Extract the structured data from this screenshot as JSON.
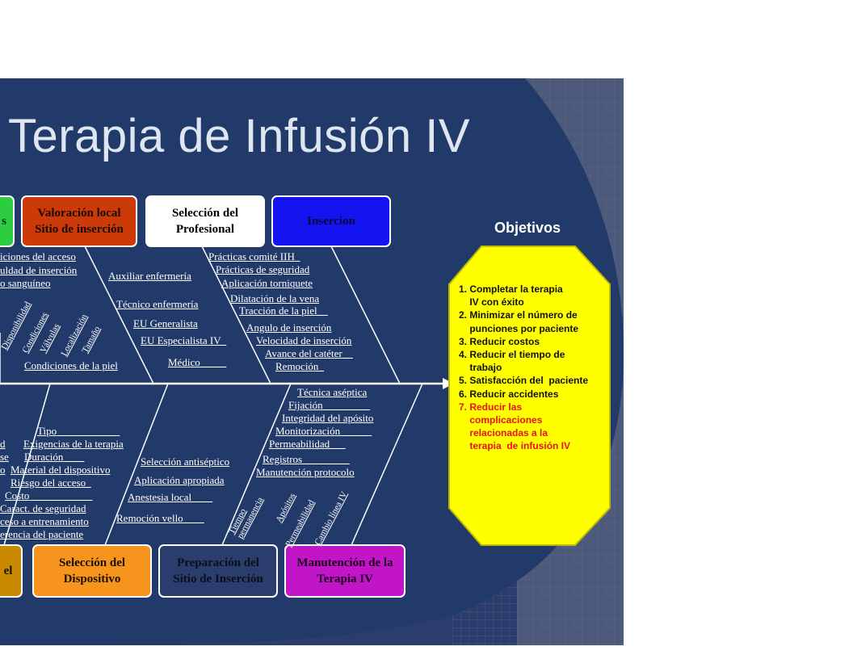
{
  "title": "Terapia de Infusión IV",
  "categories_top": [
    {
      "label": "s",
      "color": "#2ecc40"
    },
    {
      "label": "Valoración local\nSitio de inserción",
      "color": "#cc3a0a"
    },
    {
      "label": "Selección del\nProfesional",
      "color": "#ffffff"
    },
    {
      "label": "Insercion",
      "color": "#1414f0"
    }
  ],
  "categories_bottom": [
    {
      "label": "el",
      "color": "#c98a00"
    },
    {
      "label": "Selección del\nDispositivo",
      "color": "#f7941d"
    },
    {
      "label": "Preparación del\nSitio de Inserción",
      "color": "#2b3d6c"
    },
    {
      "label": "Manutención de la\nTerapia IV",
      "color": "#c215c8"
    }
  ],
  "causes": {
    "valoracion_local": [
      "iciones del acceso",
      "uldad de inserción",
      "o sanguíneo",
      "Condiciones de la piel"
    ],
    "valoracion_local_rotated": [
      "Disponibilidad",
      "Condiciones",
      "Válvulas",
      "Localización",
      "Tamaño"
    ],
    "seleccion_profesional": [
      "Auxiliar enfermería",
      "Técnico enfermería",
      "EU Generalista",
      "EU Especialista IV_",
      "Médico_____"
    ],
    "insercion": [
      "Prácticas comité IIH_",
      "Prácticas de seguridad",
      "Aplicación torniquete",
      "Dilatación de la vena",
      "Tracción de la piel__",
      "Angulo de inserción",
      "Velocidad de inserción",
      "Avance del catéter__",
      "Remoción_"
    ],
    "left_partial": [
      "d",
      "se",
      "o",
      "Costo____________"
    ],
    "seleccion_dispositivo": [
      "Tipo____________",
      "Exigencias de la terapia",
      "Duración____",
      "Material del dispositivo",
      "Riesgo del acceso_",
      "Caract. de seguridad",
      "ceso a entrenamiento",
      "erencia del paciente"
    ],
    "preparacion_sitio": [
      "Selección antiséptico",
      "Aplicación apropiada",
      "Anestesia local____",
      "Remoción vello____"
    ],
    "manutencion": [
      "Técnica aséptica",
      "Fijación_________",
      "Integridad del apósito",
      "Monitorización______",
      "Permeabilidad___",
      "Registros_________",
      "Manutención protocolo"
    ],
    "manutencion_rotated": [
      "Tiempo\npermanencia",
      "Apósitos",
      "Permeabilidad",
      "Cambio línea IV"
    ]
  },
  "objectives": {
    "title": "Objetivos",
    "items": [
      {
        "text": "1. Completar la terapia\n    IV con éxito",
        "highlight": false
      },
      {
        "text": "2. Minimizar el número de\n    punciones por paciente",
        "highlight": false
      },
      {
        "text": "3. Reducir costos",
        "highlight": false
      },
      {
        "text": "4. Reducir el tiempo de\n    trabajo",
        "highlight": false
      },
      {
        "text": "5. Satisfacción del  paciente",
        "highlight": false
      },
      {
        "text": "6. Reducir accidentes",
        "highlight": false
      },
      {
        "text": "7. Reducir las\n    complicaciones\n    relacionadas a la\n    terapia  de infusión IV",
        "highlight": true
      }
    ],
    "fill_color": "#ffff00",
    "highlight_color": "#e8121a"
  }
}
